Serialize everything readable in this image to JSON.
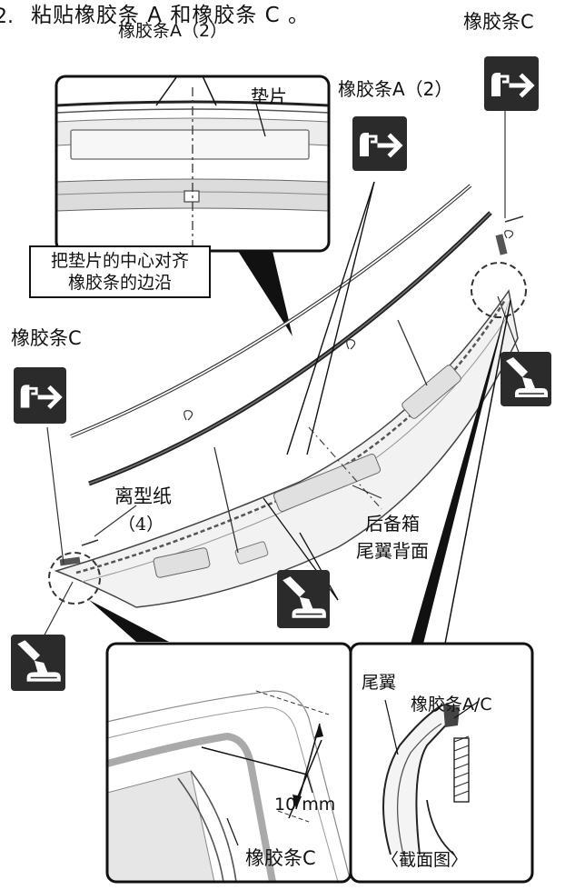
{
  "step": {
    "number": "2.",
    "text": "粘贴橡胶条 A 和橡胶条 C 。"
  },
  "labels": {
    "strip_a2_top": "橡胶条A（2）",
    "strip_a2_right": "橡胶条A（2）",
    "strip_c_top_right": "橡胶条C",
    "strip_c_left": "橡胶条C",
    "shim": "垫片",
    "align_note_line1": "把垫片的中心对齐",
    "align_note_line2": "橡胶条的边沿",
    "release_paper": "离型纸",
    "release_paper_qty": "（4）",
    "trunk_spoiler_line1": "后备箱",
    "trunk_spoiler_line2": "尾翼背面",
    "spoiler": "尾翼",
    "strip_ac": "橡胶条A/C",
    "dimension": "10 mm",
    "strip_c_bottom": "橡胶条C",
    "cross_section": "〈截面图〉"
  },
  "icons": {
    "apply_direction": "hand-push-arrow-icon",
    "press_roller": "hand-press-roller-icon"
  },
  "colors": {
    "ink": "#111111",
    "icon_bg": "#2b2b2b",
    "part_fill": "#f2f2f2"
  }
}
